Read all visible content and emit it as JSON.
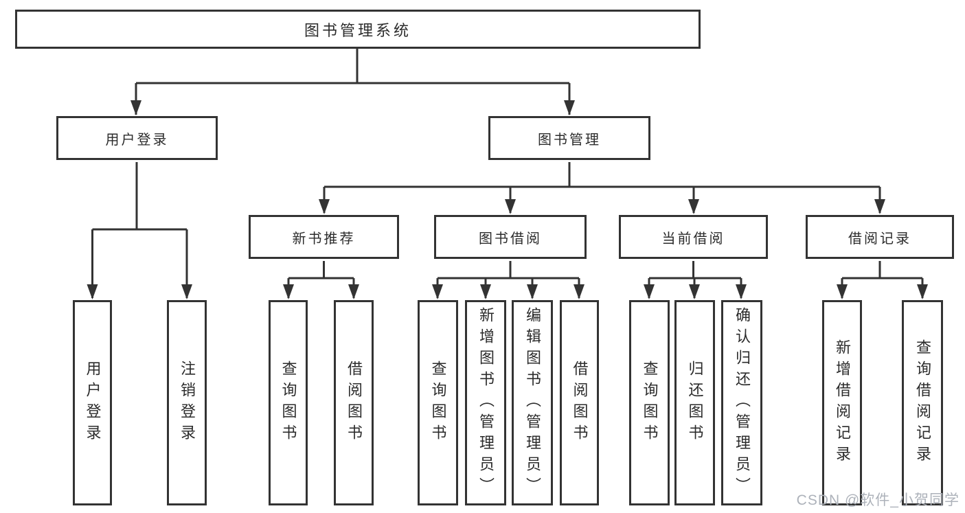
{
  "diagram": {
    "type": "hierarchy-tree",
    "title": "图书管理系统",
    "line_color": "#333333",
    "text_color": "#2b2b2b",
    "box_fill": "#ffffff",
    "nodes": {
      "root": "图书管理系统",
      "user_login": "用户登录",
      "book_mgmt": "图书管理",
      "new_book_rec": "新书推荐",
      "book_borrow": "图书借阅",
      "current_borrow": "当前借阅",
      "borrow_records": "借阅记录",
      "ul_login": "用户登录",
      "ul_logout": "注销登录",
      "nbr_query": "查询图书",
      "nbr_borrow": "借阅图书",
      "bb_query": "查询图书",
      "bb_add": "新增图书（管理员）",
      "bb_edit": "编辑图书（管理员）",
      "bb_borrow": "借阅图书",
      "cb_query": "查询图书",
      "cb_return": "归还图书",
      "cb_confirm": "确认归还（管理员）",
      "br_add": "新增借阅记录",
      "br_query": "查询借阅记录"
    },
    "structure": [
      {
        "parent": "图书管理系统",
        "children": [
          "用户登录",
          "图书管理"
        ]
      },
      {
        "parent": "用户登录",
        "children": [
          "用户登录",
          "注销登录"
        ]
      },
      {
        "parent": "图书管理",
        "children": [
          "新书推荐",
          "图书借阅",
          "当前借阅",
          "借阅记录"
        ]
      },
      {
        "parent": "新书推荐",
        "children": [
          "查询图书",
          "借阅图书"
        ]
      },
      {
        "parent": "图书借阅",
        "children": [
          "查询图书",
          "新增图书（管理员）",
          "编辑图书（管理员）",
          "借阅图书"
        ]
      },
      {
        "parent": "当前借阅",
        "children": [
          "查询图书",
          "归还图书",
          "确认归还（管理员）"
        ]
      },
      {
        "parent": "借阅记录",
        "children": [
          "新增借阅记录",
          "查询借阅记录"
        ]
      }
    ]
  },
  "watermark": {
    "text": "CSDN @软件_小贺同学",
    "color": "#adb2ba"
  }
}
